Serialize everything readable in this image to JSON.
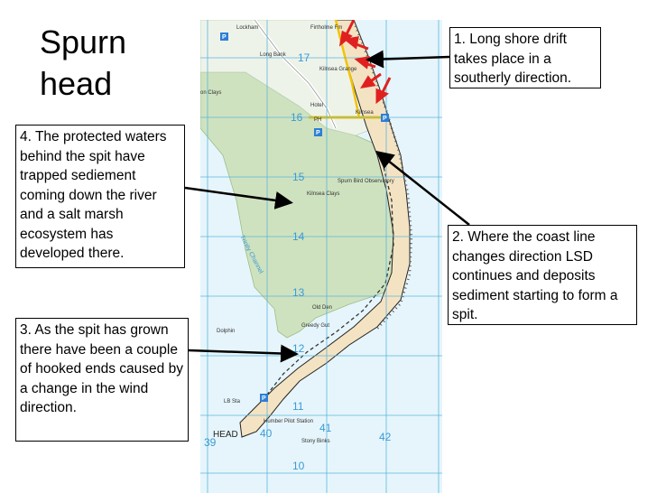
{
  "title": "Spurn\nhead",
  "callouts": {
    "c1": "1. Long shore drift takes place in a southerly direction.",
    "c2": "2. Where the coast line changes direction LSD continues and deposits sediment starting to form a spit.",
    "c3": "3. As the spit has grown there have been a couple of hooked ends caused by a change in the wind direction.",
    "c4": "4. The protected waters behind the spit have trapped sediement coming down the river and a salt marsh ecosystem has developed there."
  },
  "map": {
    "grid_rows": [
      "17",
      "16",
      "15",
      "14",
      "13",
      "12",
      "11",
      "10"
    ],
    "grid_cols": [
      "39",
      "40",
      "41",
      "42"
    ],
    "places": {
      "lockham": "Lockham",
      "firtholme": "Firtholme Fm",
      "long_bank": "Long Bank",
      "kilnsea_grange": "Kilnsea Grange",
      "clays": "on Clays",
      "hotel": "Hotel",
      "ph": "PH",
      "kilnsea": "Kilnsea",
      "kilnsea_clays": "Kilnsea Clays",
      "spurn_bird_obs": "Spurn Bird Observatory",
      "trinity_channel": "Trinity Channel",
      "old_den": "Old Den",
      "greedy_gut": "Greedy Gut",
      "dolphin": "Dolphin",
      "lb_sta": "LB Sta",
      "humber_pilot": "Humber Pilot Station",
      "head": "HEAD",
      "stony_binks": "Stony Binks",
      "p": "P"
    }
  },
  "colors": {
    "sea": "#e6f5fb",
    "marsh": "#cfe2bf",
    "sand": "#f4e3c3",
    "grid_line": "#5ab6de",
    "grid_label": "#3a9ad6",
    "arrow_red": "#e02020",
    "parking": "#2c7fd6"
  }
}
